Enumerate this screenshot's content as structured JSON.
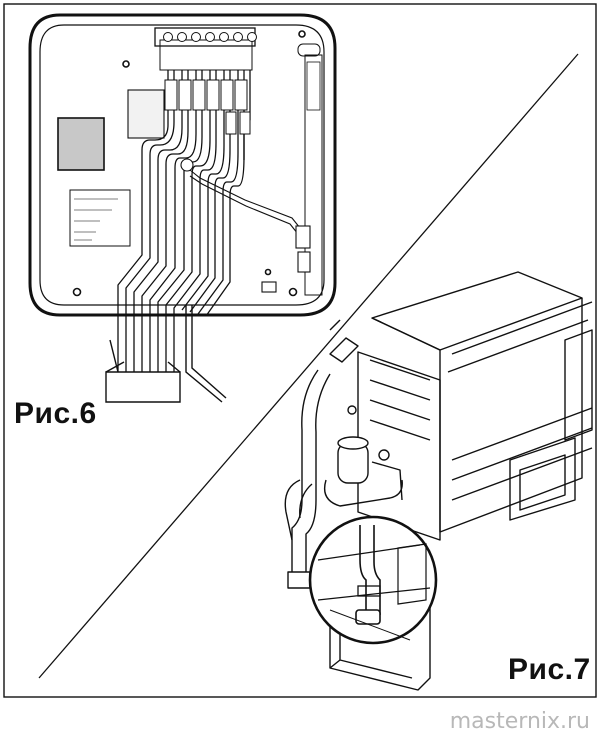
{
  "figures": [
    {
      "caption": "Рис.6"
    },
    {
      "caption": "Рис.7"
    }
  ],
  "watermark": "masternix.ru",
  "colors": {
    "ink": "#111111",
    "watermark": "#b8b8b8",
    "background": "#ffffff"
  }
}
